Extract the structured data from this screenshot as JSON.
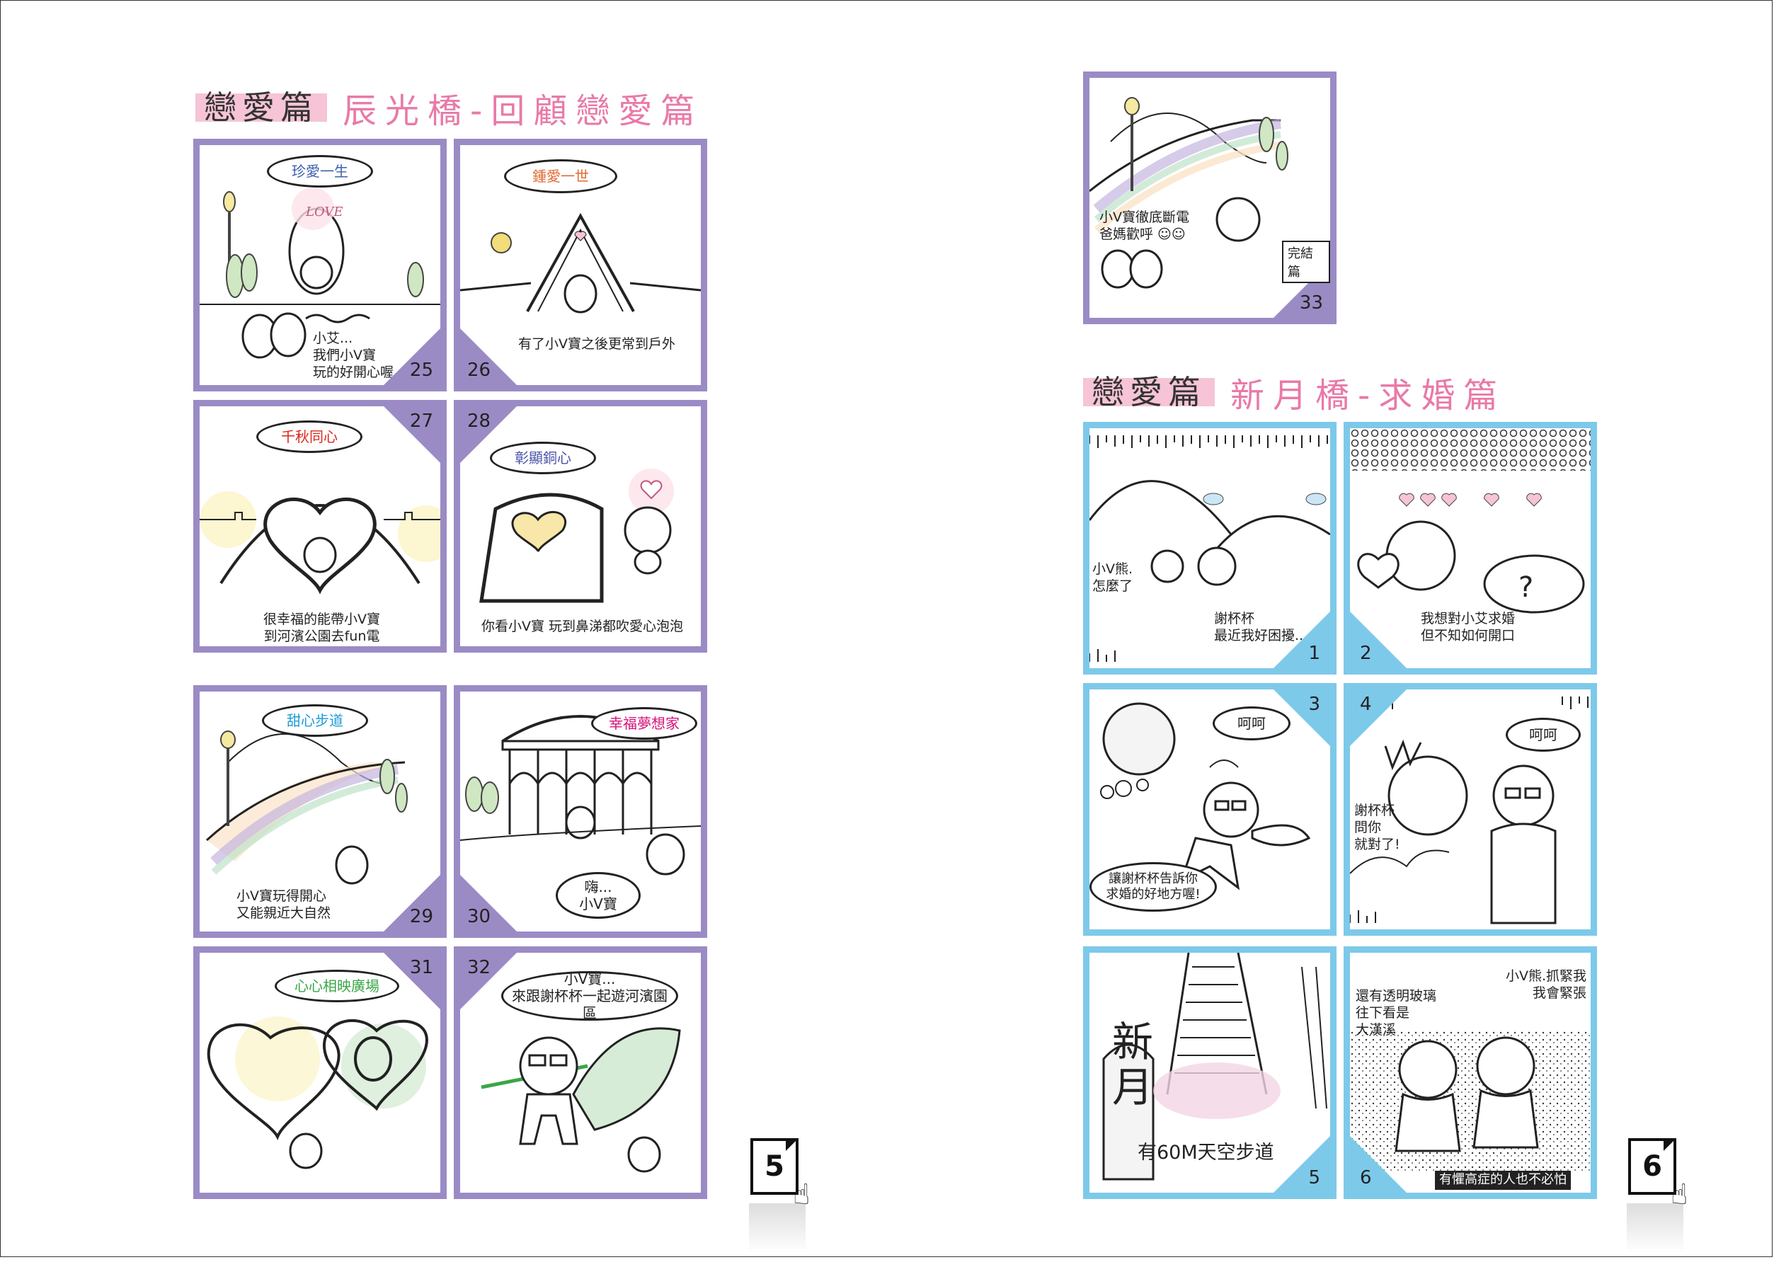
{
  "colors": {
    "purple": "#9b8bc5",
    "blue": "#7dc9ea",
    "pink": "#e87aa8",
    "tag": "#f6c4d6"
  },
  "left_page": {
    "title_tag": "戀愛篇",
    "title_sub": "辰光橋-回顧戀愛篇",
    "page_number": "5"
  },
  "right_page": {
    "title_tag": "戀愛篇",
    "title_sub": "新月橋-求婚篇",
    "page_number": "6",
    "completed_badge": "完結篇"
  },
  "panels": {
    "p25": {
      "num": "25",
      "bubble": "珍愛一生",
      "bubble_color": "#3d5fae",
      "love": "LOVE",
      "caption": "小艾...\n我們小V寶\n玩的好開心喔"
    },
    "p26": {
      "num": "26",
      "bubble": "鍾愛一世",
      "bubble_color": "#e06a34",
      "caption": "有了小V寶之後更常到戶外"
    },
    "p27": {
      "num": "27",
      "bubble": "千秋同心",
      "bubble_color": "#d9261c",
      "caption": "很幸福的能帶小V寶\n到河濱公園去fun電"
    },
    "p28": {
      "num": "28",
      "bubble": "彰顯銅心",
      "bubble_color": "#4a52a8",
      "caption": "你看小V寶  玩到鼻涕都吹愛心泡泡"
    },
    "p29": {
      "num": "29",
      "bubble": "甜心步道",
      "bubble_color": "#1e9bd7",
      "caption": "小V寶玩得開心\n又能親近大自然"
    },
    "p30": {
      "num": "30",
      "bubble": "幸福夢想家",
      "bubble_color": "#d6127a",
      "bubble2": "嗨...\n小V寶"
    },
    "p31": {
      "num": "31",
      "bubble": "心心相映廣場",
      "bubble_color": "#3aa646"
    },
    "p32": {
      "num": "32",
      "bubble": "小V寶...\n來跟謝杯杯一起遊河濱園區"
    },
    "p33": {
      "num": "33",
      "caption": "小V寶徹底斷電\n爸媽歡呼 ☺☺"
    },
    "n1": {
      "num": "1",
      "caption_left": "小V熊.\n怎麼了",
      "caption": "謝杯杯\n最近我好困擾.."
    },
    "n2": {
      "num": "2",
      "caption": "我想對小艾求婚\n但不知如何開口",
      "question": "?"
    },
    "n3": {
      "num": "3",
      "bubble": "呵呵",
      "bubble2": "讓謝杯杯告訴你\n求婚的好地方喔!"
    },
    "n4": {
      "num": "4",
      "bubble": "呵呵",
      "caption": "謝杯杯\n問你\n就對了!"
    },
    "n5": {
      "num": "5",
      "caption": "有60M天空步道",
      "stone": "新\n月"
    },
    "n6": {
      "num": "6",
      "caption_top_left": "還有透明玻璃\n往下看是\n大漢溪",
      "caption_top_right": "小V熊.抓緊我\n我會緊張",
      "caption": "有懼高症的人也不必怕"
    }
  }
}
